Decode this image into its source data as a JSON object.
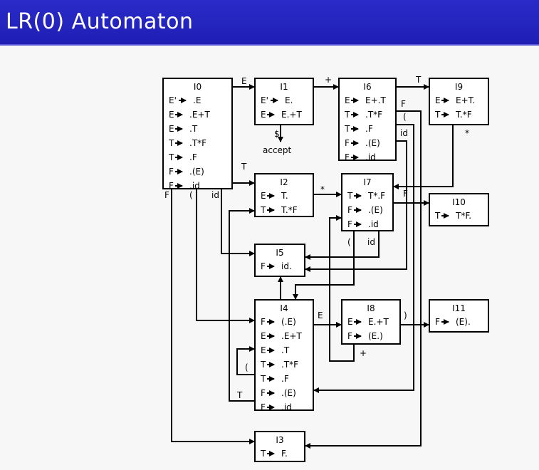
{
  "title": "LR(0) Automaton",
  "states": [
    {
      "id": "I0",
      "items": [
        [
          "E'",
          ".E"
        ],
        [
          "E",
          ".E+T"
        ],
        [
          "E",
          ".T"
        ],
        [
          "T",
          ".T*F"
        ],
        [
          "T",
          ".F"
        ],
        [
          "F",
          ".(E)"
        ],
        [
          "F",
          ".id"
        ]
      ]
    },
    {
      "id": "I1",
      "items": [
        [
          "E'",
          "E."
        ],
        [
          "E",
          "E.+T"
        ]
      ]
    },
    {
      "id": "I6",
      "items": [
        [
          "E",
          "E+.T"
        ],
        [
          "T",
          ".T*F"
        ],
        [
          "T",
          ".F"
        ],
        [
          "F",
          ".(E)"
        ],
        [
          "F",
          ".id"
        ]
      ]
    },
    {
      "id": "I9",
      "items": [
        [
          "E",
          "E+T."
        ],
        [
          "T",
          "T.*F"
        ]
      ]
    },
    {
      "id": "I2",
      "items": [
        [
          "E",
          "T."
        ],
        [
          "T",
          "T.*F"
        ]
      ]
    },
    {
      "id": "I7",
      "items": [
        [
          "T",
          "T*.F"
        ],
        [
          "F",
          ".(E)"
        ],
        [
          "F",
          ".id"
        ]
      ]
    },
    {
      "id": "I10",
      "items": [
        [
          "T",
          "T*F."
        ]
      ]
    },
    {
      "id": "I5",
      "items": [
        [
          "F",
          "id."
        ]
      ]
    },
    {
      "id": "I4",
      "items": [
        [
          "F",
          "(.E)"
        ],
        [
          "E",
          ".E+T"
        ],
        [
          "E",
          ".T"
        ],
        [
          "T",
          ".T*F"
        ],
        [
          "T",
          ".F"
        ],
        [
          "F",
          ".(E)"
        ],
        [
          "F",
          ".id"
        ]
      ]
    },
    {
      "id": "I8",
      "items": [
        [
          "E",
          "E.+T"
        ],
        [
          "F",
          "(E.)"
        ]
      ]
    },
    {
      "id": "I11",
      "items": [
        [
          "F",
          "(E)."
        ]
      ]
    },
    {
      "id": "I3",
      "items": [
        [
          "T",
          "F."
        ]
      ]
    }
  ],
  "edge_labels": {
    "i0_i1": "E",
    "i1_i6": "+",
    "i6_i9": "T",
    "i0_i2": "T",
    "i2_i7": "*",
    "i9_i7": "*",
    "i7_i10": "F",
    "i0_F": "F",
    "i0_paren": "(",
    "i0_id": "id",
    "i1_dollar": "$",
    "accept": "accept",
    "i6_F": "F",
    "i6_paren": "(",
    "i6_id": "id",
    "i7_paren": "(",
    "i7_id": "id",
    "i4_i8": "E",
    "i8_i11": ")",
    "i8_plus": "+",
    "i4_paren": "(",
    "i4_T": "T"
  }
}
